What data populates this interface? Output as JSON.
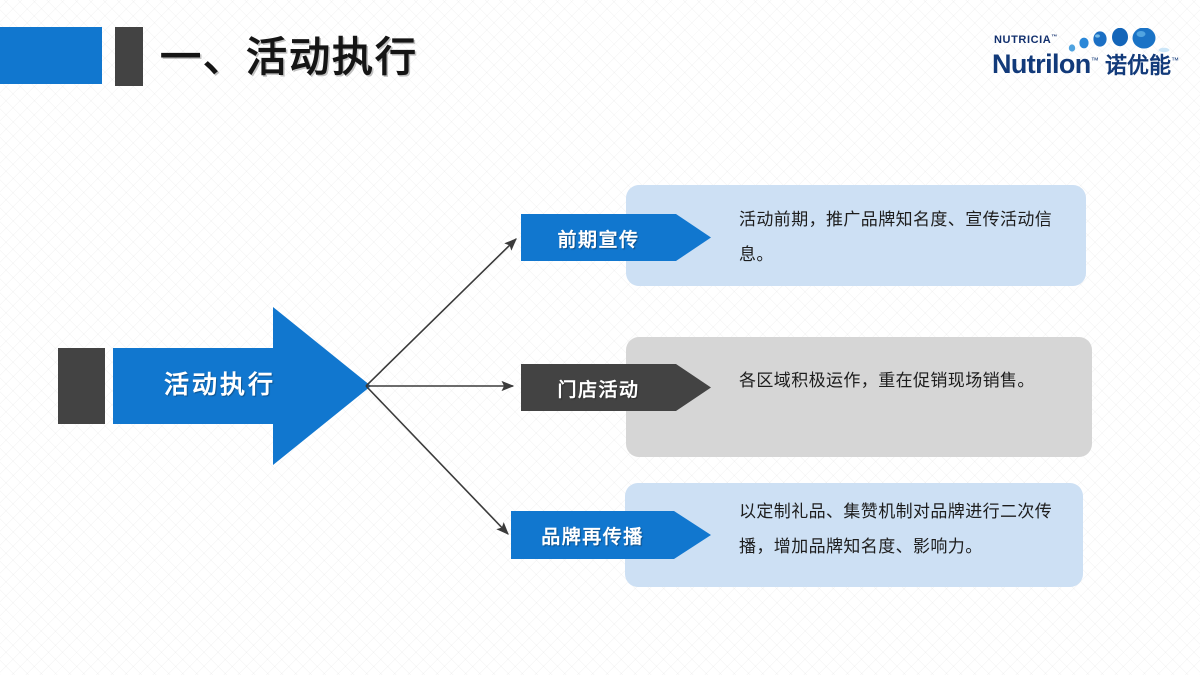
{
  "slide": {
    "title": "一、活动执行",
    "accent_blue": "#1177cf",
    "accent_dark": "#434343",
    "box_blue": "#cde0f4",
    "box_gray": "#d6d6d6",
    "background": "#ffffff"
  },
  "header": {
    "blue_block": "",
    "dark_block": "",
    "title": "一、活动执行"
  },
  "logo": {
    "parent_brand": "NUTRICIA",
    "parent_tm": "™",
    "brand": "Nutrilon",
    "brand_tm": "™",
    "brand_cn": "诺优能",
    "brand_cn_tm": "™",
    "dot_color": "#1f7fd4",
    "text_color": "#123a7a"
  },
  "diagram": {
    "source": {
      "label": "活动执行",
      "color": "#1177cf",
      "side_block_color": "#434343"
    },
    "branches": [
      {
        "label": "前期宣传",
        "chevron_color": "#1177cf",
        "box_color": "#cde0f4",
        "description": "活动前期，推广品牌知名度、宣传活动信息。"
      },
      {
        "label": "门店活动",
        "chevron_color": "#434343",
        "box_color": "#d6d6d6",
        "description": "各区域积极运作，重在促销现场销售。"
      },
      {
        "label": "品牌再传播",
        "chevron_color": "#1177cf",
        "box_color": "#cde0f4",
        "description": "以定制礼品、集赞机制对品牌进行二次传播，增加品牌知名度、影响力。"
      }
    ]
  }
}
